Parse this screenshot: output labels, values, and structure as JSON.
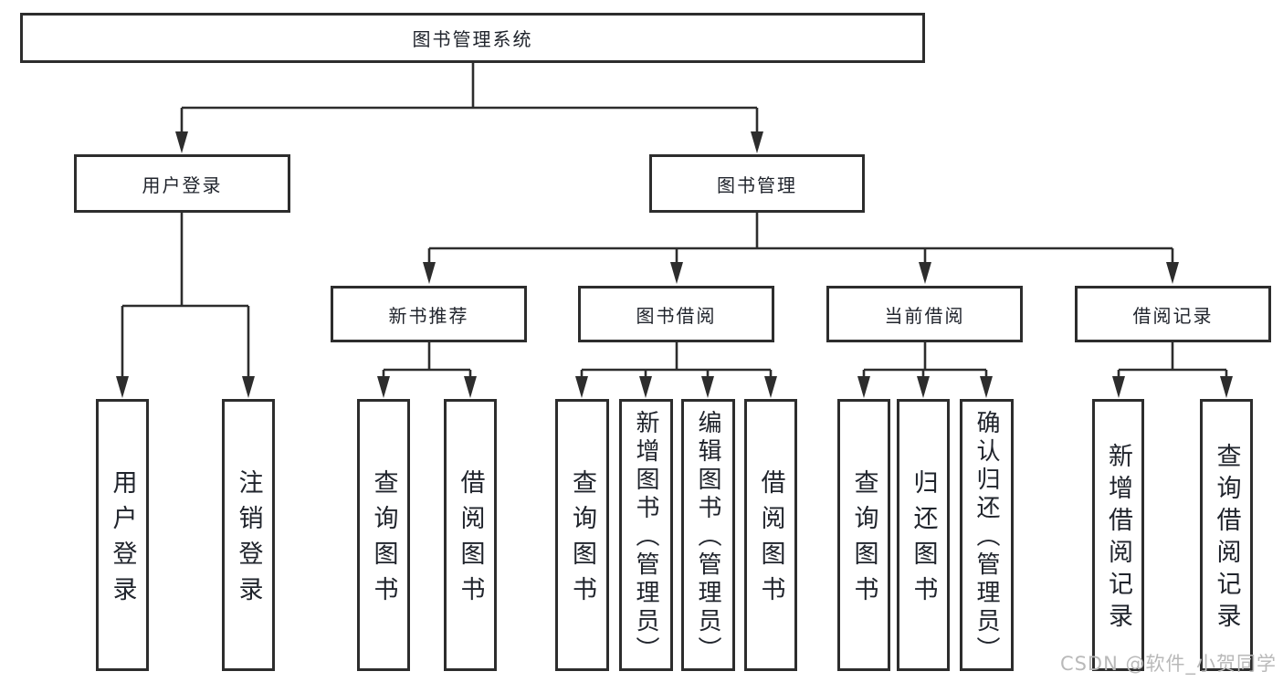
{
  "diagram": {
    "root": {
      "label": "图书管理系统"
    },
    "level1": [
      {
        "label": "用户登录"
      },
      {
        "label": "图书管理"
      }
    ],
    "level2": [
      {
        "label": "新书推荐"
      },
      {
        "label": "图书借阅"
      },
      {
        "label": "当前借阅"
      },
      {
        "label": "借阅记录"
      }
    ],
    "leaves": {
      "login": [
        {
          "label": "用户登录"
        },
        {
          "label": "注销登录"
        }
      ],
      "recommend": [
        {
          "label": "查询图书"
        },
        {
          "label": "借阅图书"
        }
      ],
      "borrow": [
        {
          "label": "查询图书"
        },
        {
          "label": "新增图书（管理员）"
        },
        {
          "label": "编辑图书（管理员）"
        },
        {
          "label": "借阅图书"
        }
      ],
      "current": [
        {
          "label": "查询图书"
        },
        {
          "label": "归还图书"
        },
        {
          "label": "确认归还（管理员）"
        }
      ],
      "records": [
        {
          "label": "新增借阅记录"
        },
        {
          "label": "查询借阅记录"
        }
      ]
    },
    "watermark": "CSDN @软件_小贺同学",
    "colors": {
      "line": "#2d2d2d",
      "text": "#20242c",
      "watermark": "#b9b9b9",
      "background": "#ffffff"
    }
  }
}
